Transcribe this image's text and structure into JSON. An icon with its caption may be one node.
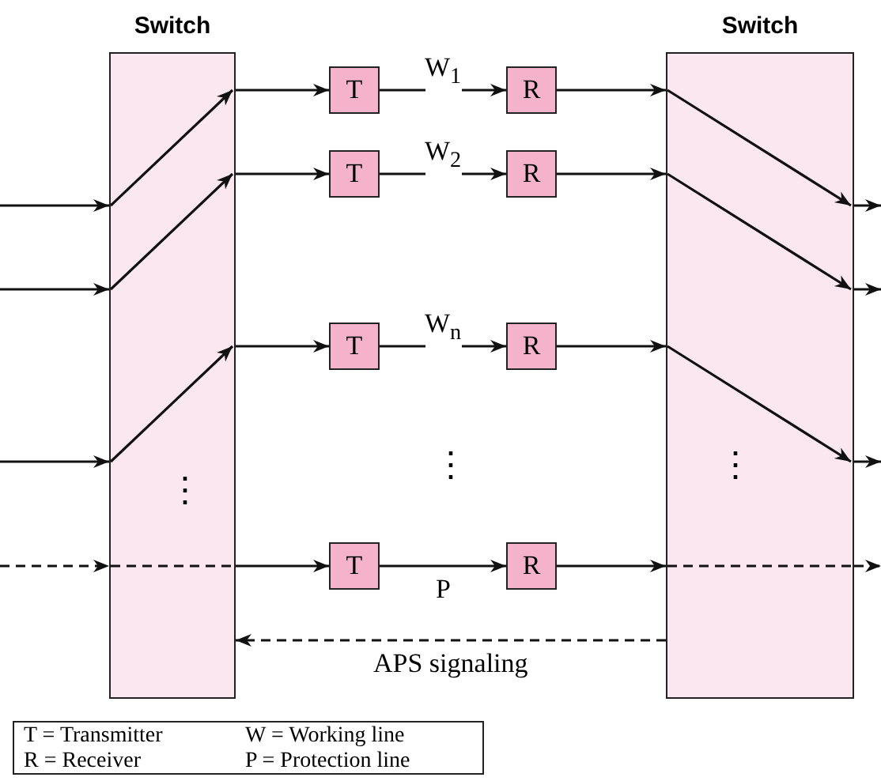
{
  "diagram": {
    "nodes": [
      {
        "text": [
          "Switch"
        ]
      },
      {
        "text": [
          "Switch"
        ]
      },
      {
        "text": [
          "T"
        ]
      },
      {
        "text": [
          "R"
        ]
      },
      {
        "text": [
          "T"
        ]
      },
      {
        "text": [
          "R"
        ]
      },
      {
        "text": [
          "T"
        ]
      },
      {
        "text": [
          "R"
        ]
      },
      {
        "text": [
          "T"
        ]
      },
      {
        "text": [
          "R"
        ]
      }
    ],
    "edges": [
      {
        "from": null,
        "to": 0,
        "arrow": "to"
      },
      {
        "from": null,
        "to": 0,
        "arrow": "to"
      },
      {
        "from": null,
        "to": 0,
        "arrow": "to"
      },
      {
        "from": null,
        "to": 0,
        "arrow": "to",
        "style": "dashed"
      },
      {
        "from": 0,
        "to": 2,
        "arrow": "to"
      },
      {
        "from": 2,
        "to": 3,
        "arrow": "to",
        "label": "W$_{1}$"
      },
      {
        "from": 3,
        "to": 1,
        "arrow": "to"
      },
      {
        "from": 0,
        "to": 4,
        "arrow": "to"
      },
      {
        "from": 4,
        "to": 5,
        "arrow": "to",
        "label": "W$_{2}$"
      },
      {
        "from": 5,
        "to": 1,
        "arrow": "to"
      },
      {
        "from": 0,
        "to": 6,
        "arrow": "to"
      },
      {
        "from": 6,
        "to": 7,
        "arrow": "to",
        "label": "W$_{n}$"
      },
      {
        "from": 7,
        "to": 1,
        "arrow": "to"
      },
      {
        "from": 0,
        "to": 8,
        "arrow": "to"
      },
      {
        "from": 8,
        "to": 9,
        "arrow": "to",
        "label": "P"
      },
      {
        "from": 9,
        "to": 1,
        "arrow": "to"
      },
      {
        "from": 1,
        "to": null,
        "arrow": "to"
      },
      {
        "from": 1,
        "to": null,
        "arrow": "to"
      },
      {
        "from": 1,
        "to": null,
        "arrow": "to"
      },
      {
        "from": 1,
        "to": null,
        "arrow": "to",
        "style": "dashed"
      },
      {
        "from": 1,
        "to": 0,
        "arrow": "to",
        "style": "dashed",
        "label": "APS signaling"
      }
    ],
    "labels": [
      "⋮",
      "⋮",
      "⋮"
    ],
    "legend": [
      {
        "text": "T = Transmitter"
      },
      {
        "text": "W = Working line"
      },
      {
        "text": "R = Receiver"
      },
      {
        "text": "P = Protection line"
      }
    ]
  }
}
